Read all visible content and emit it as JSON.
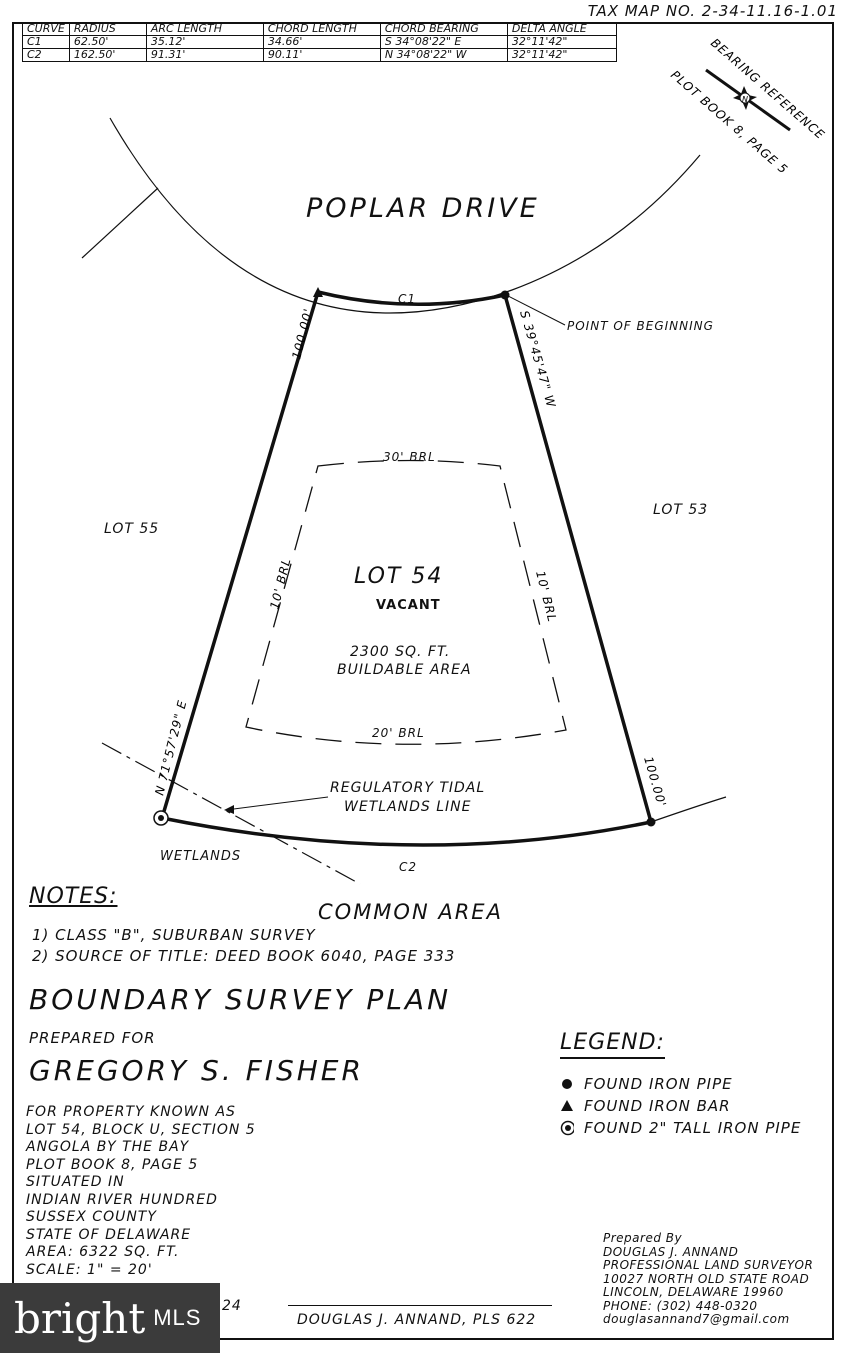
{
  "header": {
    "tax_map": "TAX MAP NO. 2-34-11.16-1.01"
  },
  "curve_table": {
    "columns": [
      "CURVE",
      "RADIUS",
      "ARC LENGTH",
      "CHORD LENGTH",
      "CHORD BEARING",
      "DELTA ANGLE"
    ],
    "rows": [
      [
        "C1",
        "62.50'",
        "35.12'",
        "34.66'",
        "S 34°08'22\" E",
        "32°11'42\""
      ],
      [
        "C2",
        "162.50'",
        "91.31'",
        "90.11'",
        "N 34°08'22\" W",
        "32°11'42\""
      ]
    ]
  },
  "bearing_reference": {
    "line1": "BEARING REFERENCE",
    "line2": "PLOT BOOK 8, PAGE 5",
    "north_letter": "N"
  },
  "plan": {
    "street": "POPLAR DRIVE",
    "curve_c1": "C1",
    "curve_c2": "C2",
    "point_of_beginning": "POINT OF BEGINNING",
    "bearing_east": "S 39°45'47\" W",
    "bearing_west": "N 71°57'29\" E",
    "dist_west": "100.00'",
    "dist_east": "100.00'",
    "brl_top": "30' BRL",
    "brl_left": "10' BRL",
    "brl_right": "10' BRL",
    "brl_bottom": "20' BRL",
    "lot_54": "LOT 54",
    "vacant": "VACANT",
    "area_line1": "2300 SQ. FT.",
    "area_line2": "BUILDABLE AREA",
    "lot_55": "LOT 55",
    "lot_53": "LOT 53",
    "wetlands_line1": "REGULATORY TIDAL",
    "wetlands_line2": "WETLANDS LINE",
    "wetlands": "WETLANDS",
    "common_area": "COMMON AREA"
  },
  "notes": {
    "heading": "NOTES:",
    "items": [
      "1) CLASS \"B\", SUBURBAN SURVEY",
      "2) SOURCE OF TITLE: DEED BOOK 6040, PAGE 333"
    ]
  },
  "title": "BOUNDARY SURVEY PLAN",
  "prepared_for_label": "PREPARED FOR",
  "client": "GREGORY S. FISHER",
  "property_info": [
    "FOR PROPERTY KNOWN AS",
    "LOT 54, BLOCK U, SECTION 5",
    "ANGOLA BY THE BAY",
    "PLOT BOOK 8, PAGE 5",
    "SITUATED IN",
    "INDIAN RIVER HUNDRED",
    "SUSSEX COUNTY",
    "STATE OF DELAWARE",
    "AREA: 6322 SQ. FT.",
    "SCALE: 1\" = 20'"
  ],
  "date_fragment": "24",
  "legend": {
    "heading": "LEGEND:",
    "items": [
      {
        "icon": "filled-circle-icon",
        "label": "FOUND IRON PIPE"
      },
      {
        "icon": "triangle-icon",
        "label": "FOUND IRON BAR"
      },
      {
        "icon": "circled-dot-icon",
        "label": "FOUND 2\" TALL IRON PIPE"
      }
    ]
  },
  "prepared_by": [
    "Prepared By",
    "DOUGLAS J. ANNAND",
    "PROFESSIONAL LAND SURVEYOR",
    "10027 NORTH OLD STATE ROAD",
    "LINCOLN, DELAWARE 19960",
    "PHONE: (302) 448-0320",
    "douglasannand7@gmail.com"
  ],
  "signature_line": "DOUGLAS J. ANNAND, PLS 622",
  "watermark": {
    "brand": "bright",
    "suffix": "MLS"
  }
}
